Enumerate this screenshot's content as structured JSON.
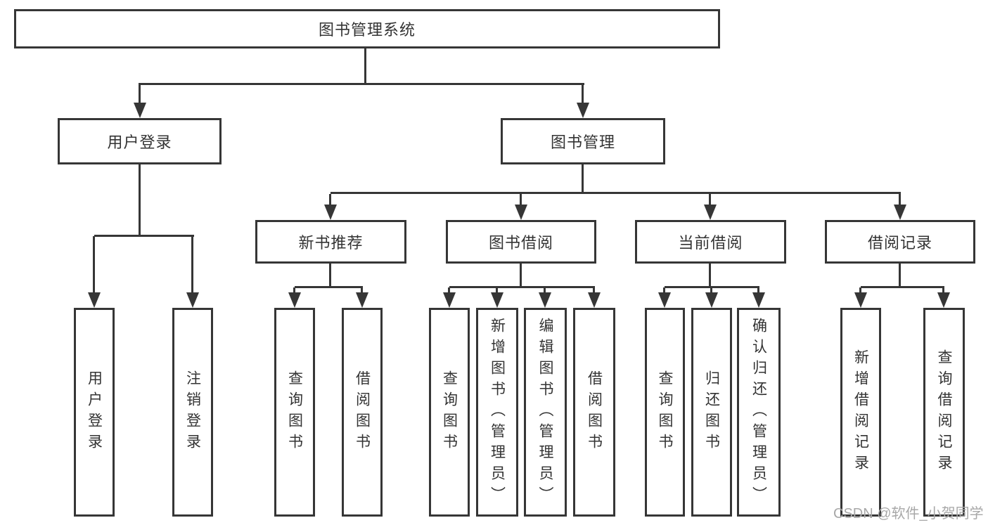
{
  "colors": {
    "line": "#363636",
    "text": "#333333",
    "watermark": "#a8a8a8",
    "background": "#ffffff"
  },
  "tree": {
    "label": "图书管理系统",
    "children": [
      {
        "label": "用户登录",
        "children": [
          {
            "label": "用户登录"
          },
          {
            "label": "注销登录"
          }
        ]
      },
      {
        "label": "图书管理",
        "children": [
          {
            "label": "新书推荐",
            "children": [
              {
                "label": "查询图书"
              },
              {
                "label": "借阅图书"
              }
            ]
          },
          {
            "label": "图书借阅",
            "children": [
              {
                "label": "查询图书"
              },
              {
                "label": "新增图书（管理员）"
              },
              {
                "label": "编辑图书（管理员）"
              },
              {
                "label": "借阅图书"
              }
            ]
          },
          {
            "label": "当前借阅",
            "children": [
              {
                "label": "查询图书"
              },
              {
                "label": "归还图书"
              },
              {
                "label": "确认归还（管理员）"
              }
            ]
          },
          {
            "label": "借阅记录",
            "children": [
              {
                "label": "新增借阅记录"
              },
              {
                "label": "查询借阅记录"
              }
            ]
          }
        ]
      }
    ]
  },
  "watermark": {
    "text": "CSDN @软件_小贺同学"
  }
}
